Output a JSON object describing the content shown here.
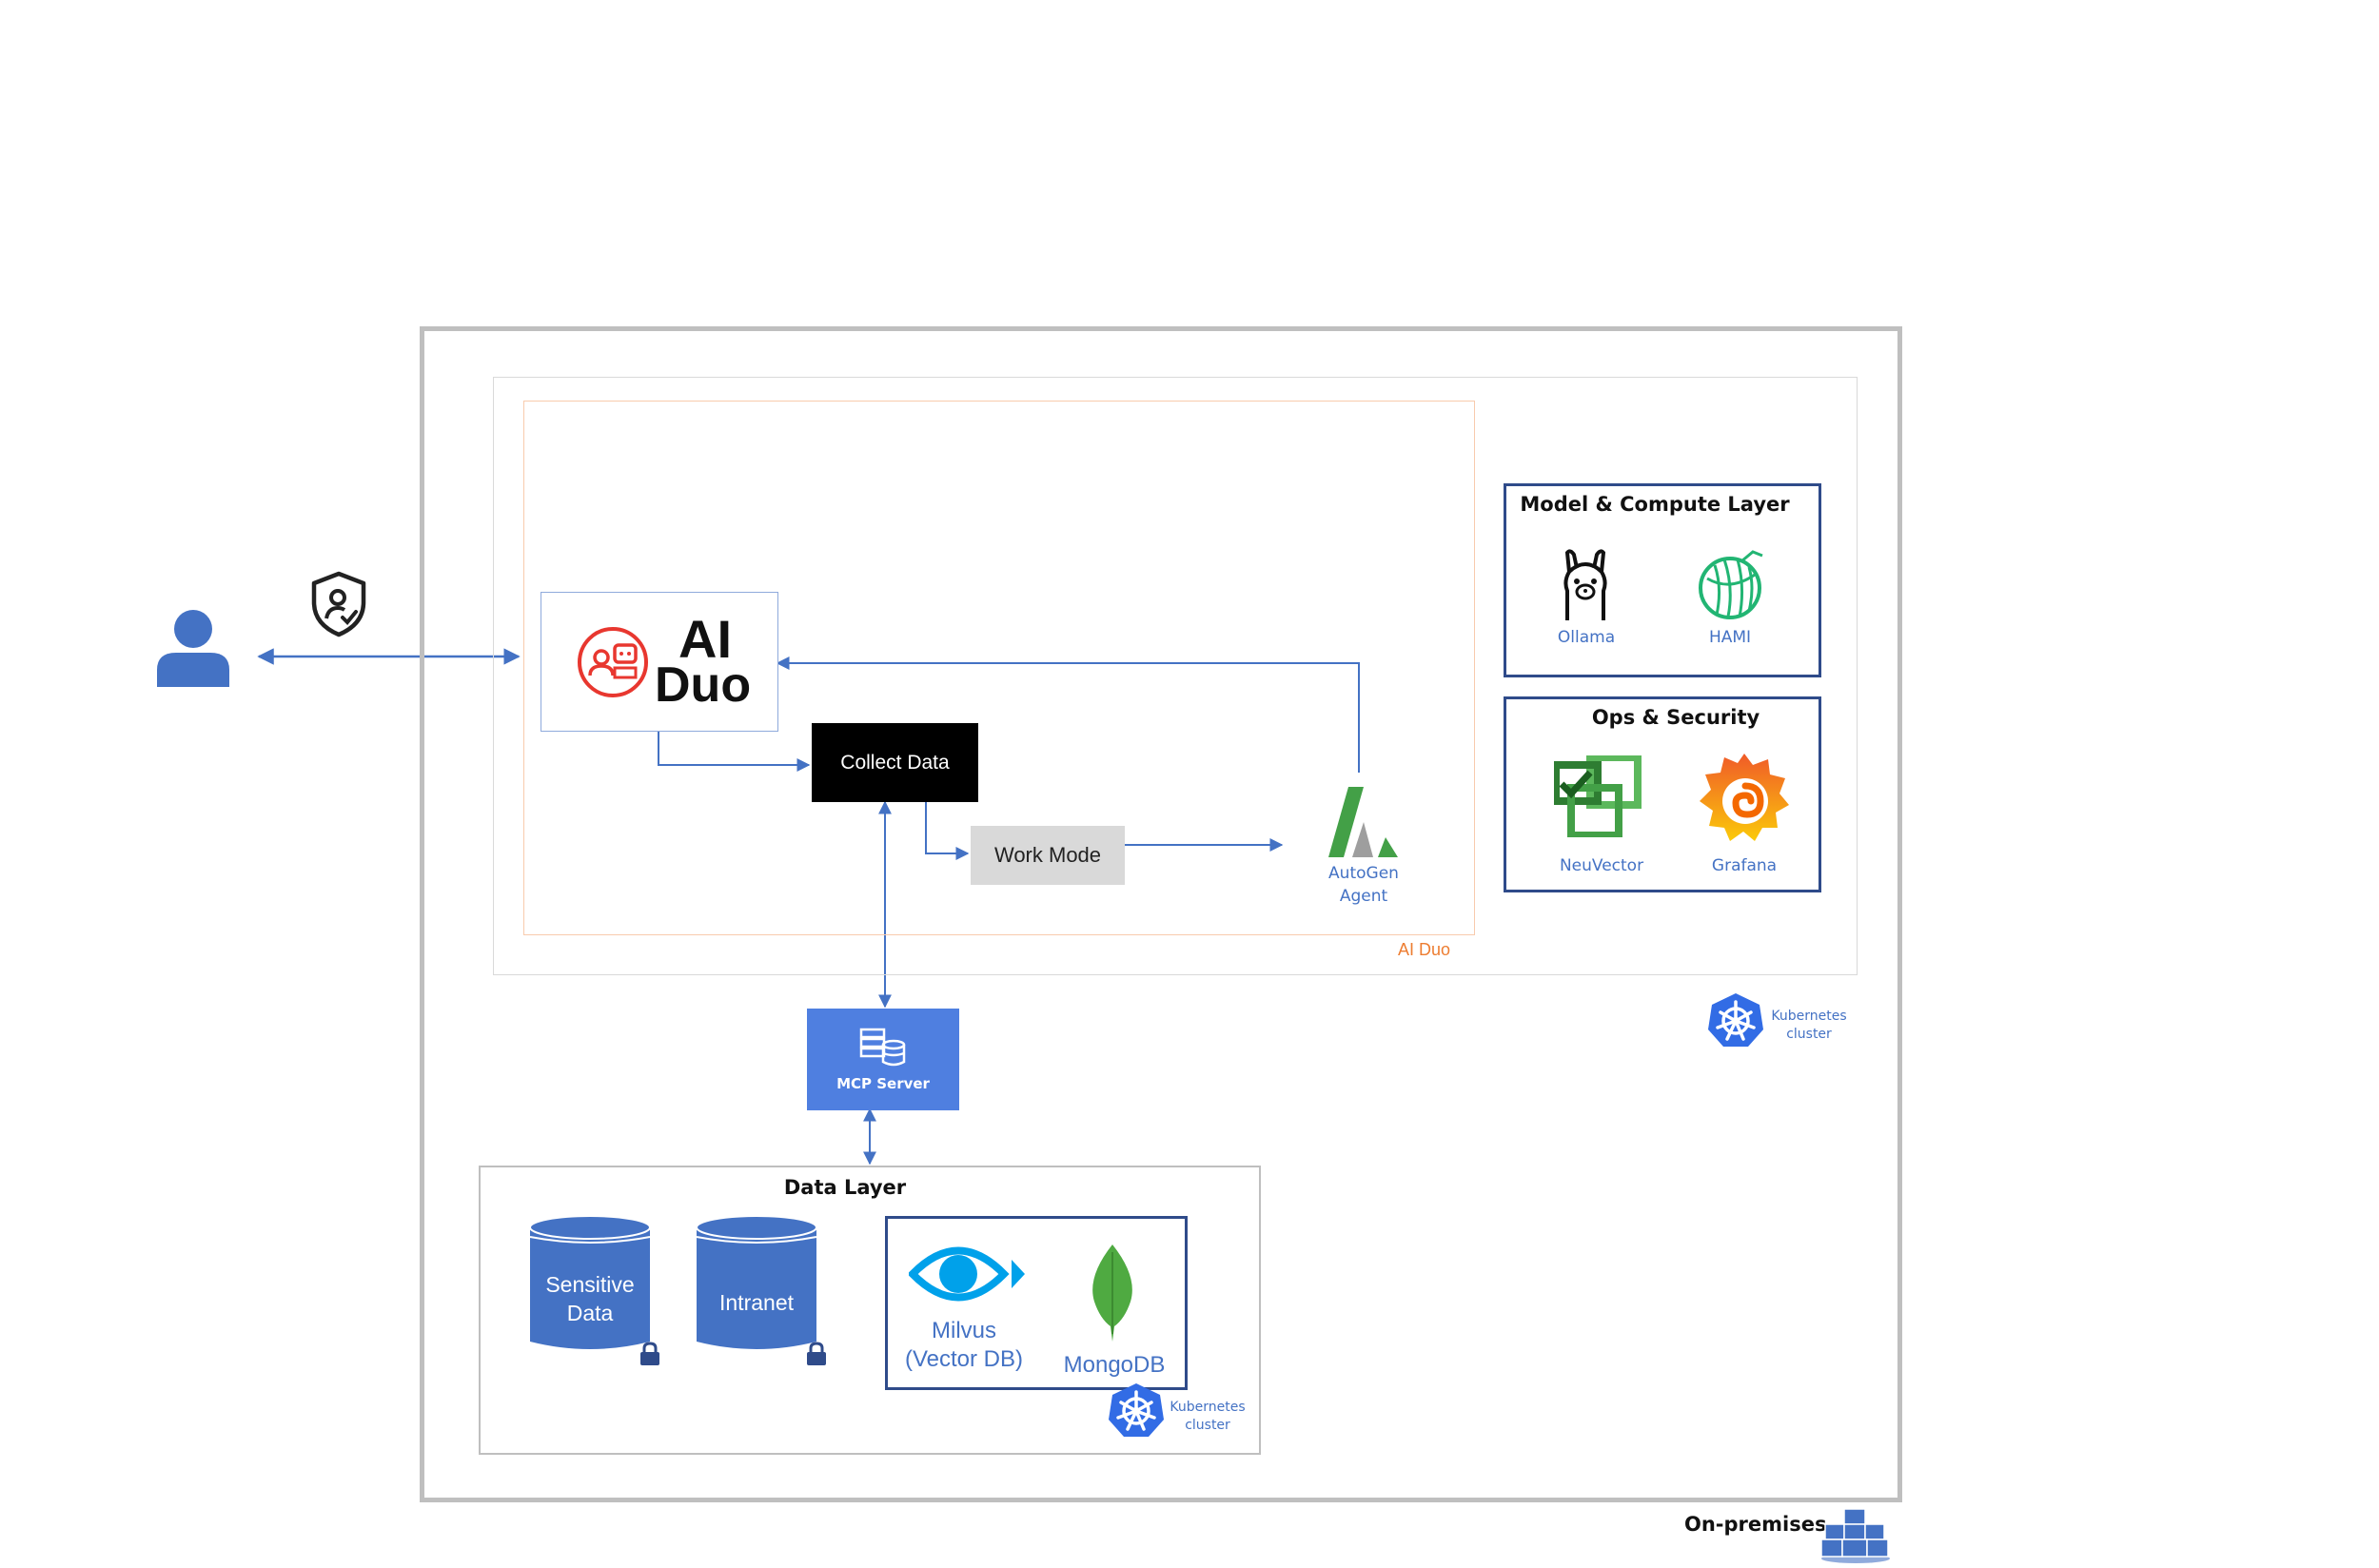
{
  "user": {
    "icon": "person-icon",
    "shield_icon": "shield-user-check-icon"
  },
  "ai_duo_logo": {
    "line1": "AI",
    "line2": "Duo",
    "icon": "robot-chat-icon",
    "accent": "#E8372F"
  },
  "nodes": {
    "collect_data": "Collect Data",
    "work_mode": "Work Mode",
    "autogen": {
      "line1": "AutoGen",
      "line2": "Agent",
      "icon": "autogen-icon"
    },
    "mcp_server": {
      "label": "MCP Server",
      "icon": "server-database-icon"
    }
  },
  "groups": {
    "ai_duo": "AI Duo",
    "model_layer": {
      "title": "Model & Compute Layer",
      "items": [
        {
          "label": "Ollama",
          "icon": "llama-icon"
        },
        {
          "label": "HAMI",
          "icon": "melon-icon"
        }
      ]
    },
    "ops_security": {
      "title": "Ops & Security",
      "items": [
        {
          "label": "NeuVector",
          "icon": "neuvector-icon"
        },
        {
          "label": "Grafana",
          "icon": "grafana-icon"
        }
      ]
    },
    "data_layer": {
      "title": "Data Layer",
      "sensitive": {
        "line1": "Sensitive",
        "line2": "Data"
      },
      "intranet": "Intranet",
      "milvus": {
        "line1": "Milvus",
        "line2": "(Vector DB)",
        "icon": "milvus-eye-icon"
      },
      "mongodb": {
        "label": "MongoDB",
        "icon": "mongodb-leaf-icon"
      }
    },
    "k8s_upper": {
      "line1": "Kubernetes",
      "line2": "cluster",
      "icon": "kubernetes-icon"
    },
    "k8s_lower": {
      "line1": "Kubernetes",
      "line2": "cluster",
      "icon": "kubernetes-icon"
    },
    "on_prem": {
      "label": "On-premises",
      "icon": "server-rack-icon"
    }
  },
  "colors": {
    "primary": "#4472C4",
    "k8s": "#326CE5",
    "ai_duo_border": "#F4B183",
    "db": "#4472C4"
  }
}
